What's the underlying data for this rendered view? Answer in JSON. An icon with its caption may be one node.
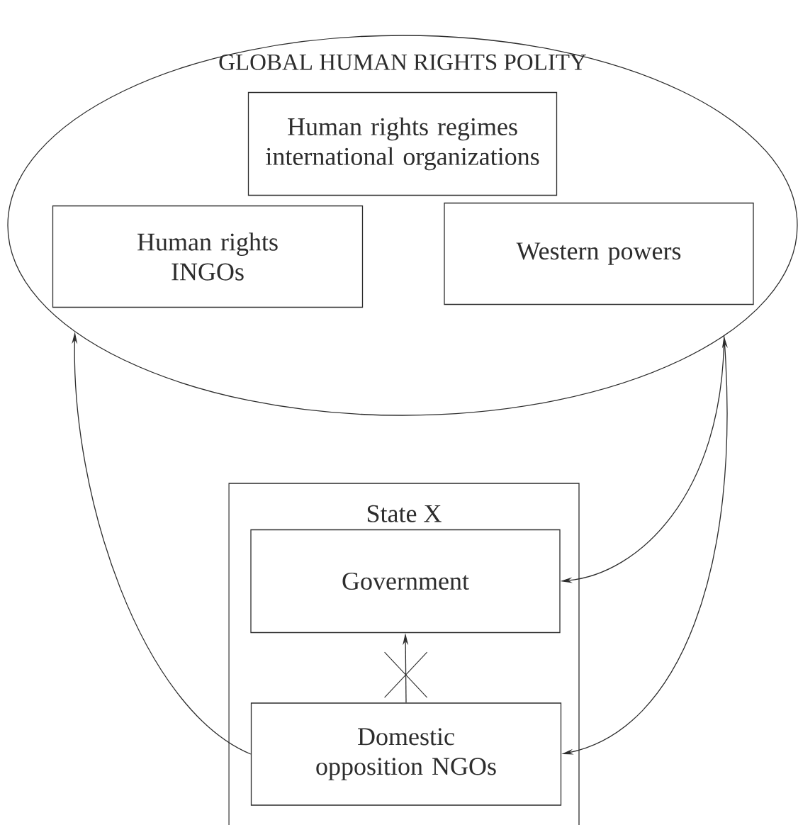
{
  "diagram": {
    "nodes": [
      {
        "text": [
          "GLOBAL HUMAN RIGHTS POLITY"
        ]
      },
      {
        "text": [
          "Human rights regimes international organizations"
        ],
        "in": 0
      },
      {
        "text": [
          "Human rights INGOs"
        ],
        "in": 0
      },
      {
        "text": [
          "Western powers"
        ],
        "in": 0
      },
      {
        "text": [
          "State X"
        ]
      },
      {
        "text": [
          "Government"
        ],
        "in": 4
      },
      {
        "text": [
          "Domestic opposition NGOs"
        ],
        "in": 4
      }
    ],
    "edges": [
      {
        "from": 6,
        "to": 0,
        "arrow": "to"
      },
      {
        "from": 0,
        "to": 5,
        "arrow": "to"
      },
      {
        "from": 0,
        "to": 6,
        "arrow": "both"
      },
      {
        "from": 6,
        "to": 5,
        "arrow": "to"
      }
    ]
  }
}
